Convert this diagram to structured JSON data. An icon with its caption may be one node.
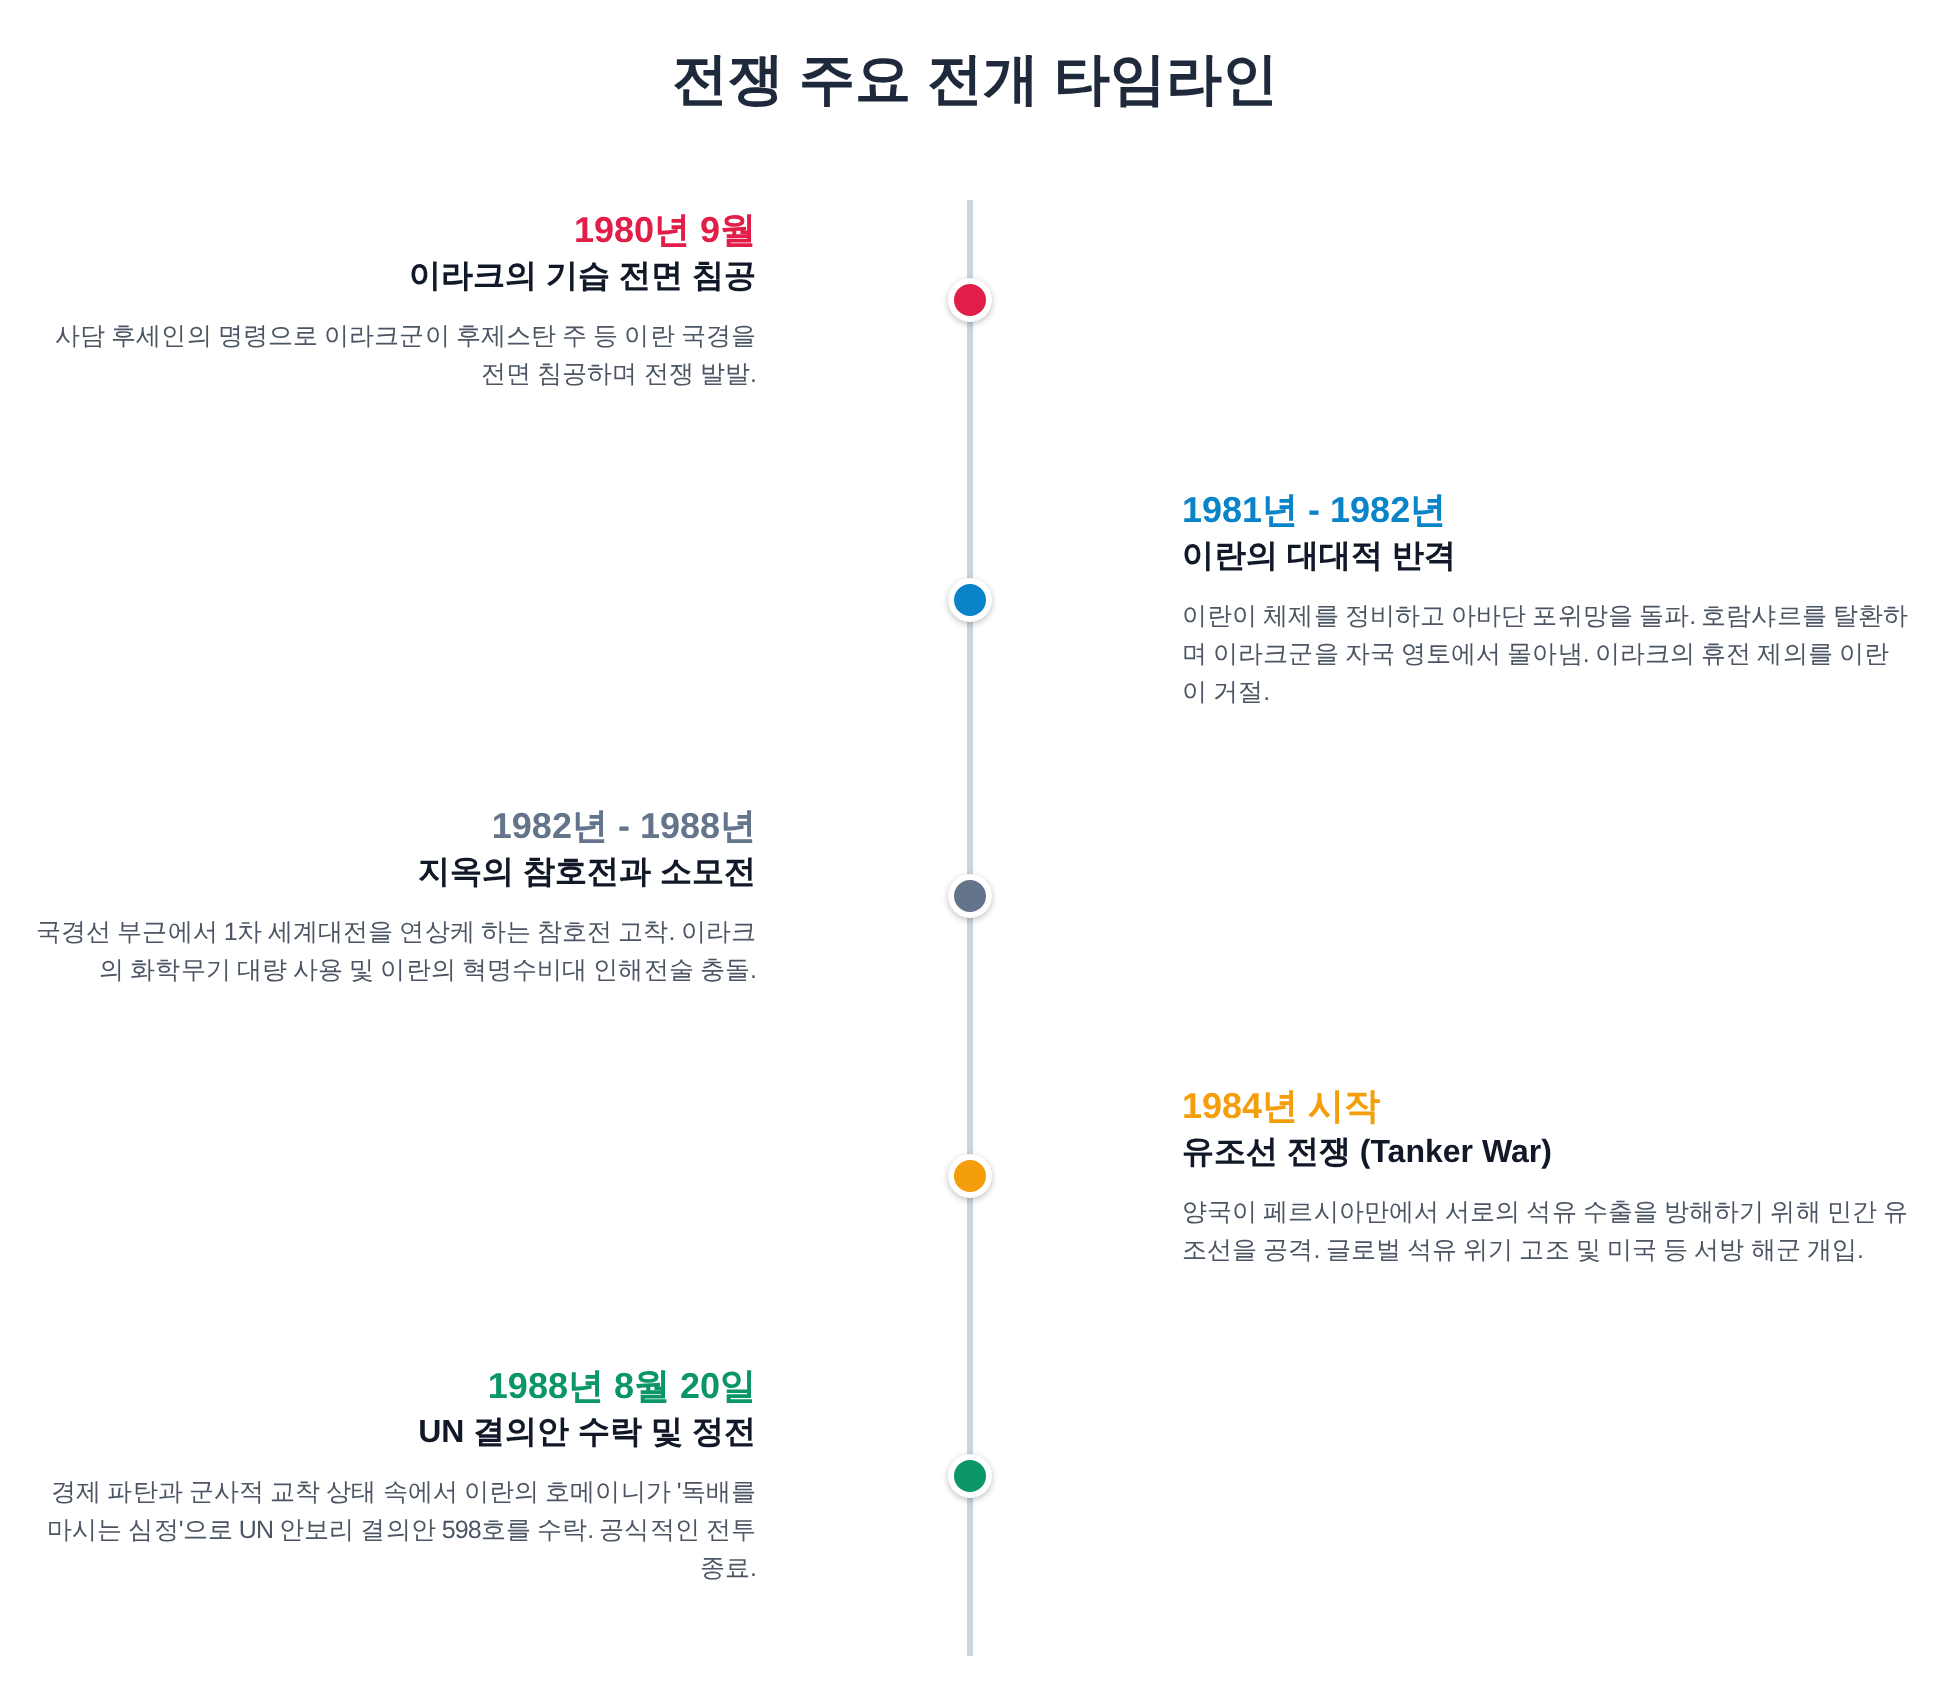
{
  "diagram": {
    "title": "전쟁 주요 전개 타임라인",
    "nodes": [
      {
        "text": [],
        "shape": "circle",
        "beside": [
          "1980년 9월",
          "이라크의 기습 전면 침공",
          "사담 후세인의 명령으로 이라크군이 후제스탄 주 등 이란 국경을 전면 침공하며 전쟁 발발."
        ]
      },
      {
        "text": [],
        "shape": "circle",
        "beside": [
          "1981년 - 1982년",
          "이란의 대대적 반격",
          "이란이 체제를 정비하고 아바단 포위망을 돌파. 호람샤르를 탈환하며 이라크군을 자국 영토에서 몰아냄. 이라크의 휴전 제의를 이란이 거절."
        ]
      },
      {
        "text": [],
        "shape": "circle",
        "beside": [
          "1982년 - 1988년",
          "지옥의 참호전과 소모전",
          "국경선 부근에서 1차 세계대전을 연상케 하는 참호전 고착. 이라크의 화학무기 대량 사용 및 이란의 혁명수비대 인해전술 충돌."
        ]
      },
      {
        "text": [],
        "shape": "circle",
        "beside": [
          "1984년 시작",
          "유조선 전쟁 (Tanker War)",
          "양국이 페르시아만에서 서로의 석유 수출을 방해하기 위해 민간 유조선을 공격. 글로벌 석유 위기 고조 및 미국 등 서방 해군 개입."
        ]
      },
      {
        "text": [],
        "shape": "circle",
        "beside": [
          "1988년 8월 20일",
          "UN 결의안 수락 및 정전",
          "경제 파탄과 군사적 교착 상태 속에서 이란의 호메이니가 '독배를 마시는 심정'으로 UN 안보리 결의안 598호를 수락. 공식적인 전투 종료."
        ]
      }
    ]
  }
}
